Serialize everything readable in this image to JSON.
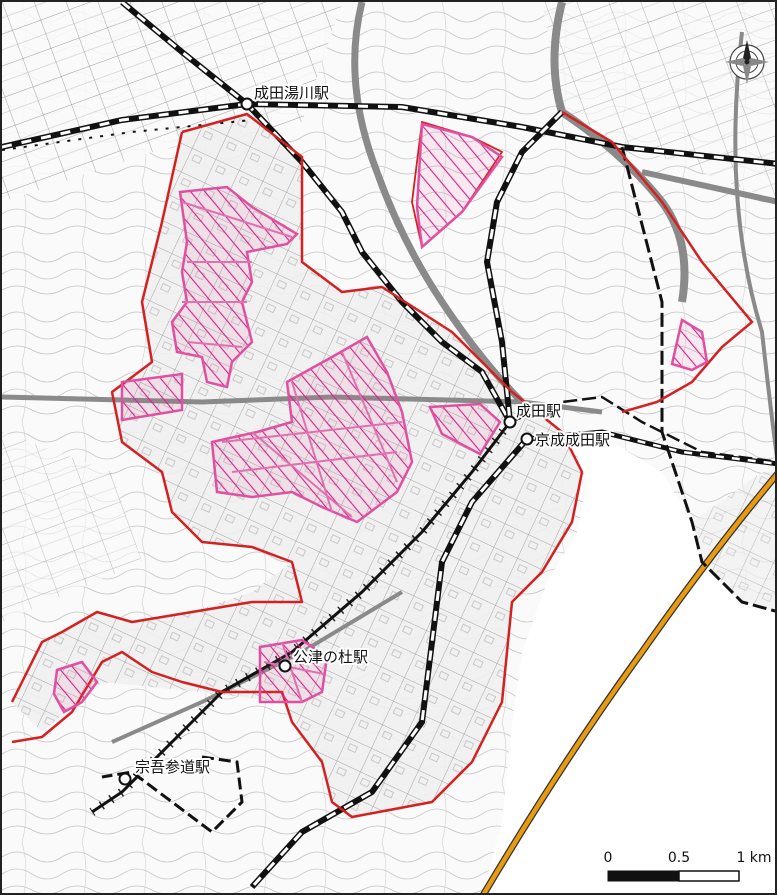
{
  "map": {
    "stations": [
      {
        "id": "narita-yukawa",
        "name": "成田湯川駅"
      },
      {
        "id": "narita",
        "name": "成田駅"
      },
      {
        "id": "keisei-narita",
        "name": "京成成田駅"
      },
      {
        "id": "kozunomori",
        "name": "公津の杜駅"
      },
      {
        "id": "sogo-sando",
        "name": "宗吾参道駅"
      }
    ],
    "scale_bar": {
      "labels": [
        "0",
        "0.5",
        "1 km"
      ]
    },
    "colors": {
      "boundary": "#d42020",
      "hatched_area": "#e0509e",
      "railway": "#111111",
      "highway": "#e89a10",
      "road": "#8a8a8a",
      "contour": "#b8b8b8"
    },
    "icons": {
      "compass": "compass-rose-icon"
    }
  }
}
